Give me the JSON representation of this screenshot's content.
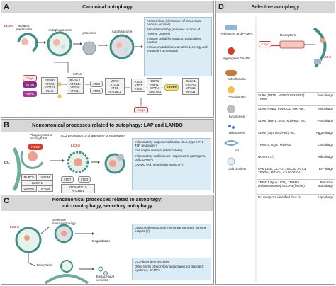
{
  "panels": {
    "a": {
      "label": "A",
      "title": "Canonical autophagy"
    },
    "b": {
      "label": "B",
      "title": "Noncanonical processes related to autophagy: LAP and LANDO"
    },
    "c": {
      "label": "C",
      "title_line1": "Noncanonical processes related to autophagy:",
      "title_line2": "microautophagy, secretory autophagy"
    },
    "d": {
      "label": "D",
      "title": "Selective autophagy"
    }
  },
  "a": {
    "lc3_label": "LC3-II",
    "stage_labels": [
      "Isolation membrane",
      "Autophagosome",
      "Lysosome",
      "Autolysosome"
    ],
    "outcomes": [
      "Antimicrobial (elimination of intracellular bacteria, viruses)",
      "Anti-inflammatory (removes sources of PAMPs, DAMPs)",
      "Immune cell differentiation, polarization, function",
      "Immunometabolism via nutrient, energy and organelle homeostasis"
    ],
    "signals": [
      "Cargo",
      "mTOR",
      "AMPK"
    ],
    "mpas": "mPAS",
    "complex1": [
      "FIP200",
      "ATG13",
      "ATG101",
      "ULK1"
    ],
    "complex2": [
      "Beclin 1",
      "ATG14L",
      "VPS15",
      "VPS34"
    ],
    "atg9": "ATG9",
    "atg2": "ATG2",
    "wipi": [
      "WIPI2",
      "ATG12",
      "ATG5",
      "ATG16L1"
    ],
    "atg3": [
      "ATG3",
      "ATG7",
      "ATG4"
    ],
    "receptors": [
      "NDP52",
      "NBR1",
      "OPTN",
      "SQSTM1"
    ],
    "escrt": "ESCRT",
    "uvrag": [
      "Beclin1",
      "UVRAG",
      "VPS15",
      "VPS34"
    ],
    "cargo_bottom": "Cargo"
  },
  "b": {
    "phago_label": "Phagocytosis or endocytosis",
    "nox2": "NOX2",
    "lc3_decoration": "LC3 decoration of phagosome or endosome",
    "lc3_label": "LC3-II",
    "pm": "PM",
    "rubcn": "RUBCN",
    "vps34": "VPS34",
    "beclin1": "Beclin 1",
    "uvrag": "UVRAG",
    "vps15": "VPS15",
    "atg7": "ATG7",
    "atg3": "ATG3",
    "atg_complex": "ATG5-ATG12-ATG16L1",
    "outcomes": [
      "Inflammatory outputs modulation (SLE, type I IFN, TLR responder)",
      "Cell corpse removal (efferocytosis)",
      "Inflammatory and immune responses to pathogens, cells, DAMPs",
      "LANDO (Aβ, neuroinflammation (?)"
    ]
  },
  "c": {
    "lc3_label": "LC3-II",
    "micro_label": "Selective microautophagy",
    "degradation": "Degradation",
    "exocytosis": "Exocytosis",
    "ev": "Extracellular vesicles",
    "outcomes": [
      "Lysosomal-endosomal membrane turnover; immune outputs (?)",
      "LC3-dependent secretion",
      "Other forms of secretory autophagy (not depicted): cytokines, DAMPs"
    ]
  },
  "d": {
    "left_items": [
      "Pathogens and PAMPs",
      "Aggregates DAMPs",
      "Mitochondria",
      "Peroxisomes",
      "Lysosomes",
      "Ribosomes",
      "ER",
      "Lipid droplets"
    ],
    "receptors_label": "Receptors",
    "cargo_label": "Cargo",
    "lc3_label": "LC3-II",
    "rows": [
      {
        "ligand": "SLRs (OPTN, NDP52,TAX1BP1) TRIMs",
        "kind": "Xenophagy"
      },
      {
        "ligand": "SLRs, PHB2, FUNDC1, NIX, etc.",
        "kind": "Mitophagy"
      },
      {
        "ligand": "SLRs (NBR1, SQSTM1/P62), etc.",
        "kind": "Pexophagy"
      },
      {
        "ligand": "SLRs (SQSTM1/P62), etc.",
        "kind": "Aggrephagy"
      },
      {
        "ligand": "TRIM16, SQSTM1/P62",
        "kind": "Lysophagy"
      },
      {
        "ligand": "NUFIP1 (?)",
        "kind": "Ribophagy"
      },
      {
        "ligand": "FAM134B, CCPG1, SEC62, ATL3, TEX264, RTN3L, CALCOCO1",
        "kind": "ER-phagy"
      },
      {
        "ligand": "TRIM21 (type I IFN), TRIM76 (inflammasome) NCOA4 (ferritin)",
        "kind": "Precision autophagy"
      },
      {
        "ligand": "No receptors identified thus far",
        "kind": "Lipophagy"
      }
    ]
  },
  "colors": {
    "header_bg": "#d7d7d7",
    "outcome_box": "#dcecf6",
    "cargo_red": "#d63b2c",
    "membrane_teal": "#3f8f8a",
    "lysosome_gray": "#b9bec4",
    "mtor_purple": "#8a2c8c",
    "ampk_purple": "#a43d9b",
    "escrt_yellow": "#f1e07a"
  }
}
